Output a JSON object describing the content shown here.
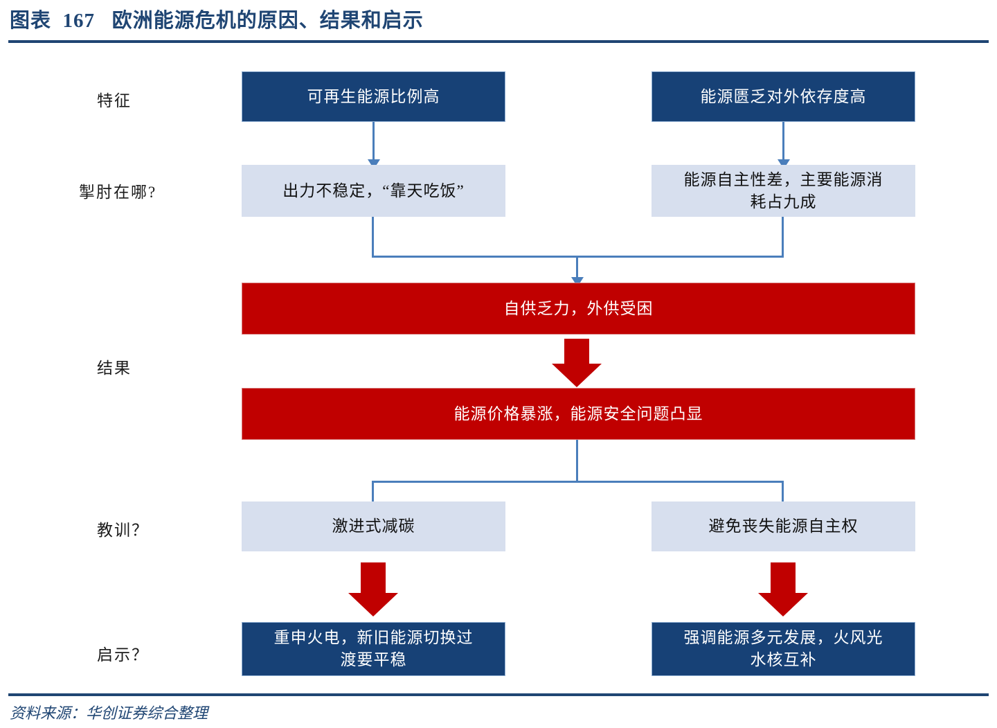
{
  "header": {
    "figure_label": "图表 167",
    "title": "欧洲能源危机的原因、结果和启示",
    "full_title": "图表  167   欧洲能源危机的原因、结果和启示"
  },
  "footer": {
    "source": "资料来源：华创证券综合整理"
  },
  "row_labels": [
    {
      "id": "characteristics",
      "text": "特征"
    },
    {
      "id": "constraints",
      "text": "掣肘在哪?"
    },
    {
      "id": "result",
      "text": "结果"
    },
    {
      "id": "lessons",
      "text": "教训？"
    },
    {
      "id": "implications",
      "text": "启示？"
    }
  ],
  "nodes": {
    "feature_left": "可再生能源比例高",
    "feature_right": "能源匮乏对外依存度高",
    "constraint_left": "出力不稳定，“靠天吃饭”",
    "constraint_right": "能源自主性差，主要能源消\n耗占九成",
    "result_top": "自供乏力，外供受困",
    "result_bottom": "能源价格暴涨，能源安全问题凸显",
    "lesson_left": "激进式减碳",
    "lesson_right": "避免丧失能源自主权",
    "implication_left": "重申火电，新旧能源切换过\n渡要平稳",
    "implication_right": "强调能源多元发展，火风光\n水核互补"
  },
  "colors": {
    "dark_blue": "#174176",
    "light_blue": "#d7dfee",
    "red": "#c00000",
    "connector_blue": "#4a7ebb",
    "rule_blue": "#1f4573"
  }
}
